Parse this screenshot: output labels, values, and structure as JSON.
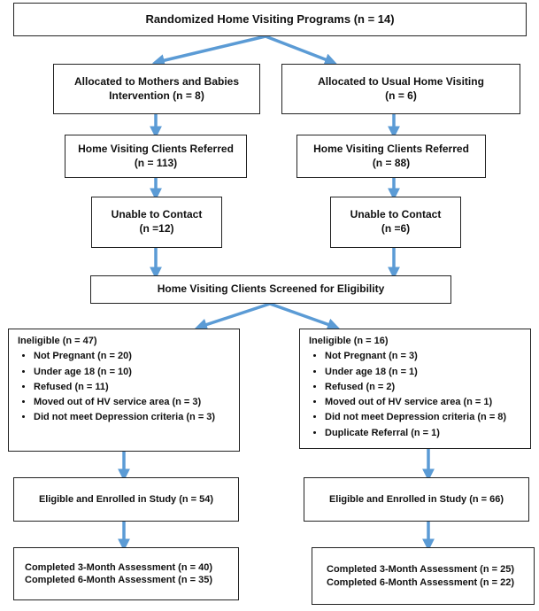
{
  "diagram": {
    "randomized": "Randomized Home Visiting Programs (n = 14)",
    "screened": "Home Visiting Clients Screened for Eligibility",
    "left": {
      "allocated_line1": "Allocated to Mothers and Babies",
      "allocated_line2": "Intervention (n = 8)",
      "referred_line1": "Home Visiting Clients Referred",
      "referred_line2": "(n = 113)",
      "unable_line1": "Unable to Contact",
      "unable_line2": "(n =12)",
      "ineligible_title": "Ineligible (n = 47)",
      "ineligible_items": [
        "Not Pregnant (n = 20)",
        "Under age 18 (n = 10)",
        "Refused (n = 11)",
        "Moved out of HV service area (n = 3)",
        "Did not meet Depression criteria (n = 3)"
      ],
      "eligible": "Eligible and Enrolled in Study (n = 54)",
      "completed_3": "Completed 3-Month Assessment (n = 40)",
      "completed_6": "Completed 6-Month Assessment (n = 35)"
    },
    "right": {
      "allocated_line1": "Allocated to Usual Home Visiting",
      "allocated_line2": "(n = 6)",
      "referred_line1": "Home Visiting Clients Referred",
      "referred_line2": "(n = 88)",
      "unable_line1": "Unable to Contact",
      "unable_line2": "(n =6)",
      "ineligible_title": "Ineligible (n = 16)",
      "ineligible_items": [
        "Not Pregnant (n = 3)",
        "Under age 18 (n = 1)",
        "Refused (n = 2)",
        "Moved out of HV service area (n = 1)",
        "Did not meet Depression criteria (n = 8)",
        "Duplicate Referral (n = 1)"
      ],
      "eligible": "Eligible and Enrolled in Study (n = 66)",
      "completed_3": "Completed 3-Month Assessment (n = 25)",
      "completed_6": "Completed 6-Month Assessment (n = 22)"
    },
    "arrow_color": "#5b9bd5",
    "border_color": "#222222"
  }
}
